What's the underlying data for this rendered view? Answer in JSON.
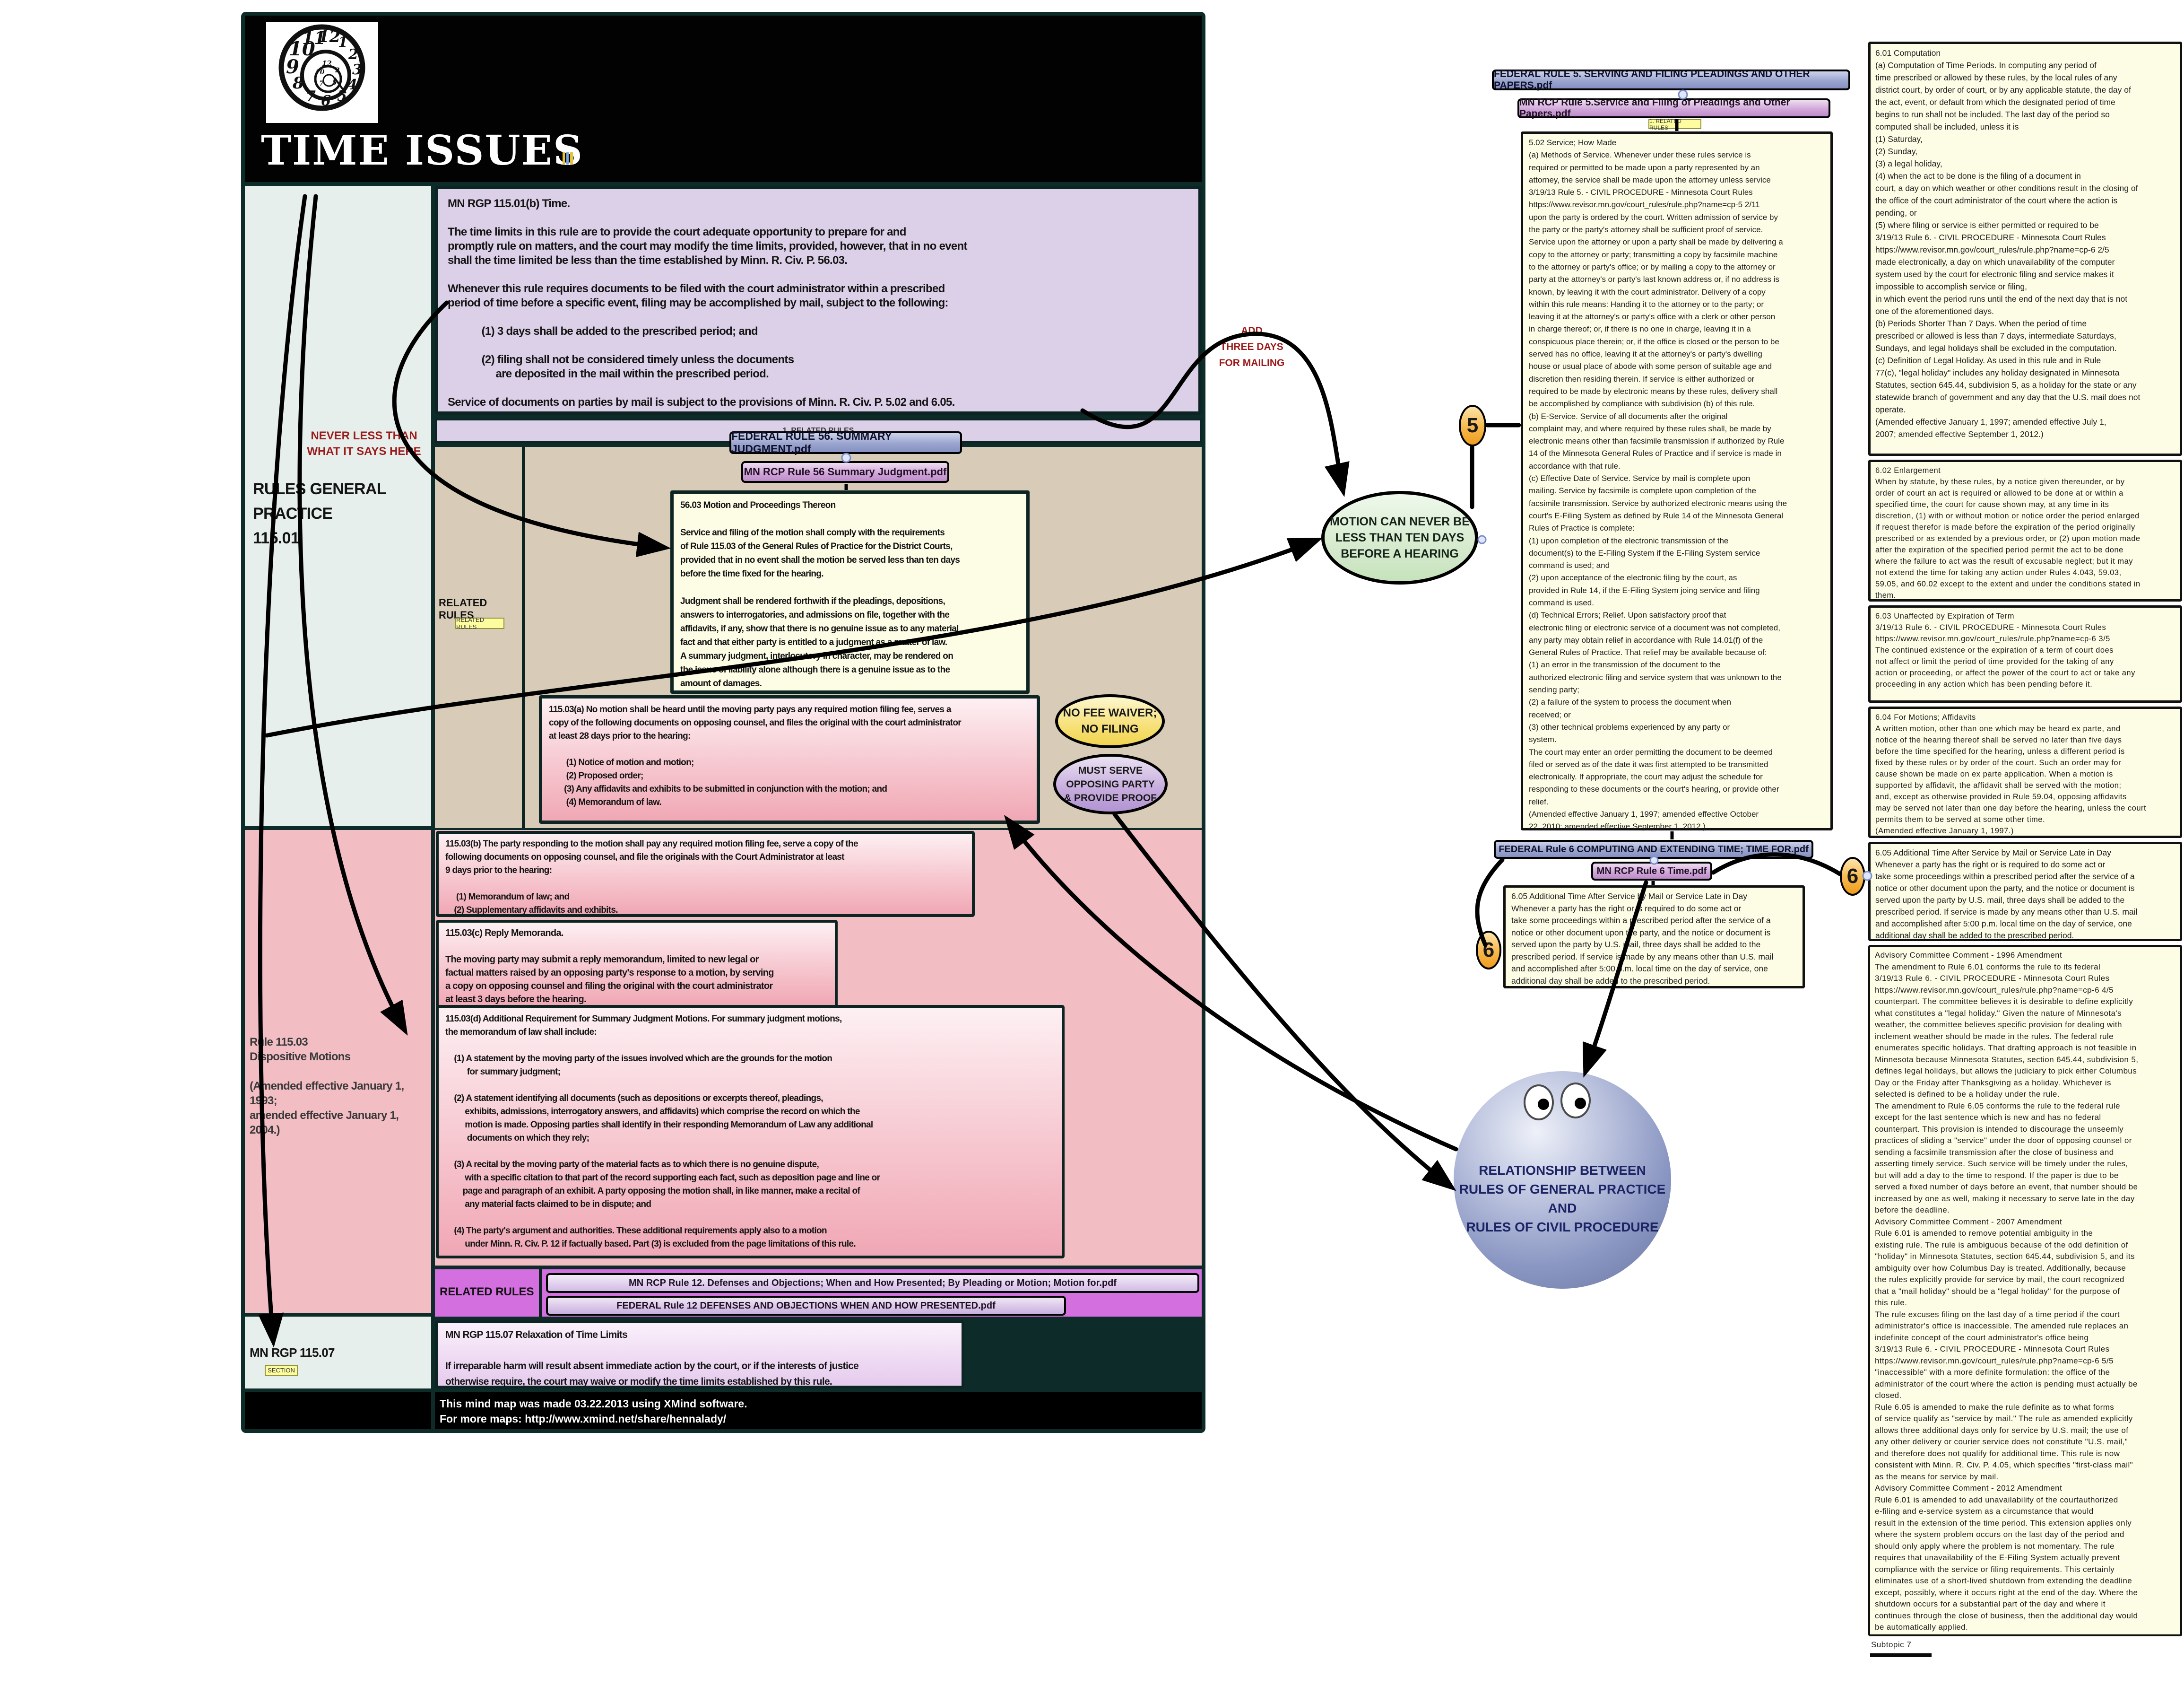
{
  "header": {
    "title": "TIME ISSUES"
  },
  "left_column": {
    "never_less_label": "NEVER LESS THAN\nWHAT IT SAYS HERE",
    "rules_general_label": "RULES GENERAL\nPRACTICE\n115.01",
    "rule_115_03_label": "Rule 115.03\nDispositive Motions\n\n(Amended effective January 1, 1993;\namended effective January 1, 2004.)",
    "mn_rgp_115_07_label": "MN RGP 115.07",
    "section_tag": "SECTION"
  },
  "map": {
    "rule_115_01b": "MN RGP 115.01(b) Time.\n\nThe time limits in this rule are to provide the court adequate opportunity to prepare for and\npromptly rule on matters, and the court may modify the time limits, provided, however, that in no event\nshall the time limited be less than the time established by Minn. R. Civ. P. 56.03.\n\nWhenever this rule requires documents to be filed with the court administrator within a prescribed\nperiod of time before a specific event, filing may be accomplished by mail, subject to the following:\n\n            (1) 3 days shall be added to the prescribed period; and\n\n            (2) filing shall not be considered timely unless the documents\n                 are deposited in the mail within the prescribed period.\n\nService of documents on parties by mail is subject to the provisions of Minn. R. Civ. P. 5.02 and 6.05.",
    "related_rules_strip": "1. RELATED RULES",
    "related_rules_header": "RELATED RULES",
    "related_rules_tag": "RELATED RULES",
    "federal_rule_56_pdf": "FEDERAL RULE 56. SUMMARY JUDGMENT.pdf",
    "mn_rcp_rule_56_pdf": "MN RCP Rule 56 Summary Judgment.pdf",
    "rule_56_03": "56.03 Motion and Proceedings Thereon\n\nService and filing of the motion shall comply with the requirements\nof Rule 115.03 of the General Rules of Practice for the District Courts,\nprovided that in no event shall the motion be served less than ten days\nbefore the time fixed for the hearing.\n\nJudgment shall be rendered forthwith if the pleadings, depositions,\nanswers to interrogatories, and admissions on file, together with the\naffidavits, if any, show that there is no genuine issue as to any material\nfact and that either party is entitled to a judgment as a matter of law.\nA summary judgment, interlocutory in character, may be rendered on\nthe issue of liability alone although there is a genuine issue as to the\namount of damages.",
    "rule_115_03a": "115.03(a) No motion shall be heard until the moving party pays any required motion filing fee, serves a\ncopy of the following documents on opposing counsel, and files the original with the court administrator\nat least 28 days prior to the hearing:\n\n        (1) Notice of motion and motion;\n        (2) Proposed order;\n       (3) Any affidavits and exhibits to be submitted in conjunction with the motion; and\n        (4) Memorandum of law.",
    "no_fee_waiver": "NO FEE WAIVER;\nNO FILING",
    "must_serve": "MUST SERVE\nOPPOSING PARTY\n& PROVIDE PROOF",
    "rule_115_03b": "115.03(b) The party responding to the motion shall pay any required motion filing fee, serve a copy of the\nfollowing documents on opposing counsel, and file the originals with the Court Administrator at least\n9 days prior to the hearing:\n\n     (1) Memorandum of law; and\n    (2) Supplementary affidavits and exhibits.",
    "rule_115_03c": "115.03(c) Reply Memoranda.\n\nThe moving party may submit a reply memorandum, limited to new legal or\nfactual matters raised by an opposing party's response to a motion, by serving\na copy on opposing counsel and filing the original with the court administrator\nat least 3 days before the hearing.",
    "rule_115_03d": "115.03(d) Additional Requirement for Summary Judgment Motions. For summary judgment motions,\nthe memorandum of law shall include:\n\n    (1) A statement by the moving party of the issues involved which are the grounds for the motion\n          for summary judgment;\n\n    (2) A statement identifying all documents (such as depositions or excerpts thereof, pleadings,\n         exhibits, admissions, interrogatory answers, and affidavits) which comprise the record on which the\n         motion is made. Opposing parties shall identify in their responding Memorandum of Law any additional\n          documents on which they rely;\n\n    (3) A recital by the moving party of the material facts as to which there is no genuine dispute,\n         with a specific citation to that part of the record supporting each fact, such as deposition page and line or\n        page and paragraph of an exhibit. A party opposing the motion shall, in like manner, make a recital of\n         any material facts claimed to be in dispute; and\n\n    (4) The party's argument and authorities. These additional requirements apply also to a motion\n         under Minn. R. Civ. P. 12 if factually based. Part (3) is excluded from the page limitations of this rule.",
    "related_rules_label2": "RELATED RULES",
    "mn_rcp_rule_12_pdf": "MN RCP Rule 12. Defenses and Objections; When and How Presented; By Pleading or Motion; Motion for.pdf",
    "federal_rule_12_pdf": "FEDERAL Rule 12 DEFENSES AND OBJECTIONS WHEN AND HOW PRESENTED.pdf",
    "rule_115_07": "MN RGP 115.07 Relaxation of Time Limits\n\nIf irreparable harm will result absent immediate action by the court, or if the interests of justice\notherwise require, the court may waive or modify the time limits established by this rule."
  },
  "callouts": {
    "add_three_days": "ADD\nTHREE DAYS\nFOR MAILING",
    "motion_never": "MOTION CAN NEVER BE\nLESS THAN TEN DAYS\nBEFORE A HEARING",
    "relationship": "RELATIONSHIP BETWEEN\nRULES OF GENERAL PRACTICE\nAND\nRULES OF CIVIL PROCEDURE",
    "marker_5": "5",
    "marker_6": "6"
  },
  "rule5_branch": {
    "federal_rule_5_pdf": "FEDERAL RULE 5. SERVING AND FILING PLEADINGS AND OTHER PAPERS.pdf",
    "mn_rcp_rule_5_pdf": "MN RCP Rule 5.Service and Filing of Pleadings and Other Papers.pdf",
    "related_rules_tag": "1. RELATED RULES",
    "rule_5_02": "5.02 Service; How Made\n(a) Methods of Service. Whenever under these rules service is\nrequired or permitted to be made upon a party represented by an\nattorney, the service shall be made upon the attorney unless service\n3/19/13 Rule 5. - CIVIL PROCEDURE - Minnesota Court Rules\nhttps://www.revisor.mn.gov/court_rules/rule.php?name=cp-5 2/11\nupon the party is ordered by the court. Written admission of service by\nthe party or the party's attorney shall be sufficient proof of service.\nService upon the attorney or upon a party shall be made by delivering a\ncopy to the attorney or party; transmitting a copy by facsimile machine\nto the attorney or party's office; or by mailing a copy to the attorney or\nparty at the attorney's or party's last known address or, if no address is\nknown, by leaving it with the court administrator. Delivery of a copy\nwithin this rule means: Handing it to the attorney or to the party; or\nleaving it at the attorney's or party's office with a clerk or other person\nin charge thereof; or, if there is no one in charge, leaving it in a\nconspicuous place therein; or, if the office is closed or the person to be\nserved has no office, leaving it at the attorney's or party's dwelling\nhouse or usual place of abode with some person of suitable age and\ndiscretion then residing therein. If service is either authorized or\nrequired to be made by electronic means by these rules, delivery shall\nbe accomplished by compliance with subdivision (b) of this rule.\n(b) E-Service. Service of all documents after the original\ncomplaint may, and where required by these rules shall, be made by\nelectronic means other than facsimile transmission if authorized by Rule\n14 of the Minnesota General Rules of Practice and if service is made in\naccordance with that rule.\n(c) Effective Date of Service. Service by mail is complete upon\nmailing. Service by facsimile is complete upon completion of the\nfacsimile transmission. Service by authorized electronic means using the\ncourt's E-Filing System as defined by Rule 14 of the Minnesota General\nRules of Practice is complete:\n(1) upon completion of the electronic transmission of the\ndocument(s) to the E-Filing System if the E-Filing System service\ncommand is used; and\n(2) upon acceptance of the electronic filing by the court, as\nprovided in Rule 14, if the E-Filing System joing service and filing\ncommand is used.\n(d) Technical Errors; Relief. Upon satisfactory proof that\nelectronic filing or electronic service of a document was not completed,\nany party may obtain relief in accordance with Rule 14.01(f) of the\nGeneral Rules of Practice. That relief may be available because of:\n(1) an error in the transmission of the document to the\nauthorized electronic filing and service system that was unknown to the\nsending party;\n(2) a failure of the system to process the document when\nreceived; or\n(3) other technical problems experienced by any party or\nsystem.\nThe court may enter an order permitting the document to be deemed\nfiled or served as of the date it was first attempted to be transmitted\nelectronically. If appropriate, the court may adjust the schedule for\nresponding to these documents or the court's hearing, or provide other\nrelief.\n(Amended effective January 1, 1997; amended effective October\n22, 2010; amended effective September 1, 2012.)"
  },
  "rule6_branch": {
    "federal_rule_6_pdf": "FEDERAL Rule 6 COMPUTING AND EXTENDING TIME; TIME FOR.pdf",
    "mn_rcp_rule_6_pdf": "MN RCP Rule 6 Time.pdf",
    "rule_6_05": "6.05 Additional Time After Service by Mail or Service Late in Day\nWhenever a party has the right or is required to do some act or\ntake some proceedings within a prescribed period after the service of a\nnotice or other document upon the party, and the notice or document is\nserved upon the party by U.S. mail, three days shall be added to the\nprescribed period. If service is made by any means other than U.S. mail\nand accomplished after 5:00 p.m. local time on the day of service, one\nadditional day shall be added to the prescribed period."
  },
  "right_column": {
    "rule_6_01": "6.01 Computation\n(a) Computation of Time Periods. In computing any period of\ntime prescribed or allowed by these rules, by the local rules of any\ndistrict court, by order of court, or by any applicable statute, the day of\nthe act, event, or default from which the designated period of time\nbegins to run shall not be included. The last day of the period so\ncomputed shall be included, unless it is\n(1) Saturday,\n(2) Sunday,\n(3) a legal holiday,\n(4) when the act to be done is the filing of a document in\ncourt, a day on which weather or other conditions result in the closing of\nthe office of the court administrator of the court where the action is\npending, or\n(5) where filing or service is either permitted or required to be\n3/19/13 Rule 6. - CIVIL PROCEDURE - Minnesota Court Rules\nhttps://www.revisor.mn.gov/court_rules/rule.php?name=cp-6 2/5\nmade electronically, a day on which unavailability of the computer\nsystem used by the court for electronic filing and service makes it\nimpossible to accomplish service or filing,\nin which event the period runs until the end of the next day that is not\none of the aforementioned days.\n(b) Periods Shorter Than 7 Days. When the period of time\nprescribed or allowed is less than 7 days, intermediate Saturdays,\nSundays, and legal holidays shall be excluded in the computation.\n(c) Definition of Legal Holiday. As used in this rule and in Rule\n77(c), \"legal holiday\" includes any holiday designated in Minnesota\nStatutes, section 645.44, subdivision 5, as a holiday for the state or any\nstatewide branch of government and any day that the U.S. mail does not\noperate.\n(Amended effective January 1, 1997; amended effective July 1,\n2007; amended effective September 1, 2012.)",
    "rule_6_02": "6.02 Enlargement\nWhen by statute, by these rules, by a notice given thereunder, or by\norder of court an act is required or allowed to be done at or within a\nspecified time, the court for cause shown may, at any time in its\ndiscretion, (1) with or without motion or notice order the period enlarged\nif request therefor is made before the expiration of the period originally\nprescribed or as extended by a previous order, or (2) upon motion made\nafter the expiration of the specified period permit the act to be done\nwhere the failure to act was the result of excusable neglect; but it may\nnot extend the time for taking any action under Rules 4.043, 59.03,\n59.05, and 60.02 except to the extent and under the conditions stated in\nthem.",
    "rule_6_03": "6.03 Unaffected by Expiration of Term\n3/19/13 Rule 6. - CIVIL PROCEDURE - Minnesota Court Rules\nhttps://www.revisor.mn.gov/court_rules/rule.php?name=cp-6 3/5\nThe continued existence or the expiration of a term of court does\nnot affect or limit the period of time provided for the taking of any\naction or proceeding, or affect the power of the court to act or take any\nproceeding in any action which has been pending before it.",
    "rule_6_04": "6.04 For Motions; Affidavits\nA written motion, other than one which may be heard ex parte, and\nnotice of the hearing thereof shall be served no later than five days\nbefore the time specified for the hearing, unless a different period is\nfixed by these rules or by order of the court. Such an order may for\ncause shown be made on ex parte application. When a motion is\nsupported by affidavit, the affidavit shall be served with the motion;\nand, except as otherwise provided in Rule 59.04, opposing affidavits\nmay be served not later than one day before the hearing, unless the court\npermits them to be served at some other time.\n(Amended effective January 1, 1997.)",
    "advisory": "Advisory Committee Comment - 1996 Amendment\nThe amendment to Rule 6.01 conforms the rule to its federal\n3/19/13 Rule 6. - CIVIL PROCEDURE - Minnesota Court Rules\nhttps://www.revisor.mn.gov/court_rules/rule.php?name=cp-6 4/5\ncounterpart. The committee believes it is desirable to define explicitly\nwhat constitutes a \"legal holiday.\" Given the nature of Minnesota's\nweather, the committee believes specific provision for dealing with\ninclement weather should be made in the rules. The federal rule\nenumerates specific holidays. That drafting approach is not feasible in\nMinnesota because Minnesota Statutes, section 645.44, subdivision 5,\ndefines legal holidays, but allows the judiciary to pick either Columbus\nDay or the Friday after Thanksgiving as a holiday. Whichever is\nselected is defined to be a holiday under the rule.\nThe amendment to Rule 6.05 conforms the rule to the federal rule\nexcept for the last sentence which is new and has no federal\ncounterpart. This provision is intended to discourage the unseemly\npractices of sliding a \"service\" under the door of opposing counsel or\nsending a facsimile transmission after the close of business and\nasserting timely service. Such service will be timely under the rules,\nbut will add a day to the time to respond. If the paper is due to be\nserved a fixed number of days before an event, that number should be\nincreased by one as well, making it necessary to serve late in the day\nbefore the deadline.\nAdvisory Committee Comment - 2007 Amendment\nRule 6.01 is amended to remove potential ambiguity in the\nexisting rule. The rule is ambiguous because of the odd definition of\n\"holiday\" in Minnesota Statutes, section 645.44, subdivision 5, and its\nambiguity over how Columbus Day is treated. Additionally, because\nthe rules explicitly provide for service by mail, the court recognized\nthat a \"mail holiday\" should be a \"legal holiday\" for the purpose of\nthis rule.\nThe rule excuses filing on the last day of a time period if the court\nadministrator's office is inaccessible. The amended rule replaces an\nindefinite concept of the court administrator's office being\n3/19/13 Rule 6. - CIVIL PROCEDURE - Minnesota Court Rules\nhttps://www.revisor.mn.gov/court_rules/rule.php?name=cp-6 5/5\n\"inaccessible\" with a more definite formulation: the office of the\nadministrator of the court where the action is pending must actually be\nclosed.\nRule 6.05 is amended to make the rule definite as to what forms\nof service qualify as \"service by mail.\" The rule as amended explicitly\nallows three additional days only for service by U.S. mail; the use of\nany other delivery or courier service does not constitute \"U.S. mail,\"\nand therefore does not qualify for additional time. This rule is now\nconsistent with Minn. R. Civ. P. 4.05, which specifies \"first-class mail\"\nas the means for service by mail.\nAdvisory Committee Comment - 2012 Amendment\nRule 6.01 is amended to add unavailability of the courtauthorized\ne-filing and e-service system as a circumstance that would\nresult in the extension of the time period. This extension applies only\nwhere the system problem occurs on the last day of the period and\nshould only apply where the problem is not momentary. The rule\nrequires that unavailability of the E-Filing System actually prevent\ncompliance with the service or filing requirements. This certainly\neliminates use of a short-lived shutdown from extending the deadline\nexcept, possibly, where it occurs right at the end of the day. Where the\nshutdown occurs for a substantial part of the day and where it\ncontinues through the close of business, then the additional day would\nbe automatically applied.",
    "subtopic_label": "Subtopic 7"
  },
  "footer": {
    "line1": "This mind map was made 03.22.2013 using XMind software.",
    "line2": "For more maps: http://www.xmind.net/share/hennalady/"
  }
}
